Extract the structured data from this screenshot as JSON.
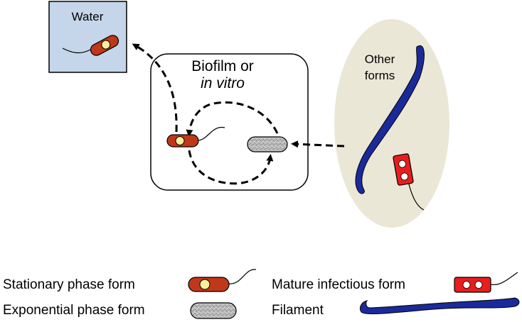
{
  "water_box": {
    "label": "Water",
    "fill": "#c5d5ea"
  },
  "biofilm_box": {
    "line1": "Biofilm or",
    "line2": "in vitro"
  },
  "other_forms": {
    "line1": "Other",
    "line2": "forms",
    "fill": "#ebe7d6"
  },
  "legend": {
    "stationary": "Stationary phase form",
    "exponential": "Exponential phase form",
    "mature": "Mature infectious form",
    "filament": "Filament"
  },
  "colors": {
    "stationary_fill": "#c0381a",
    "stationary_dot": "#f7ef9a",
    "mature_fill": "#e61e1e",
    "exponential_fill": "#b8b8b8",
    "filament_fill": "#1a2a9a"
  }
}
